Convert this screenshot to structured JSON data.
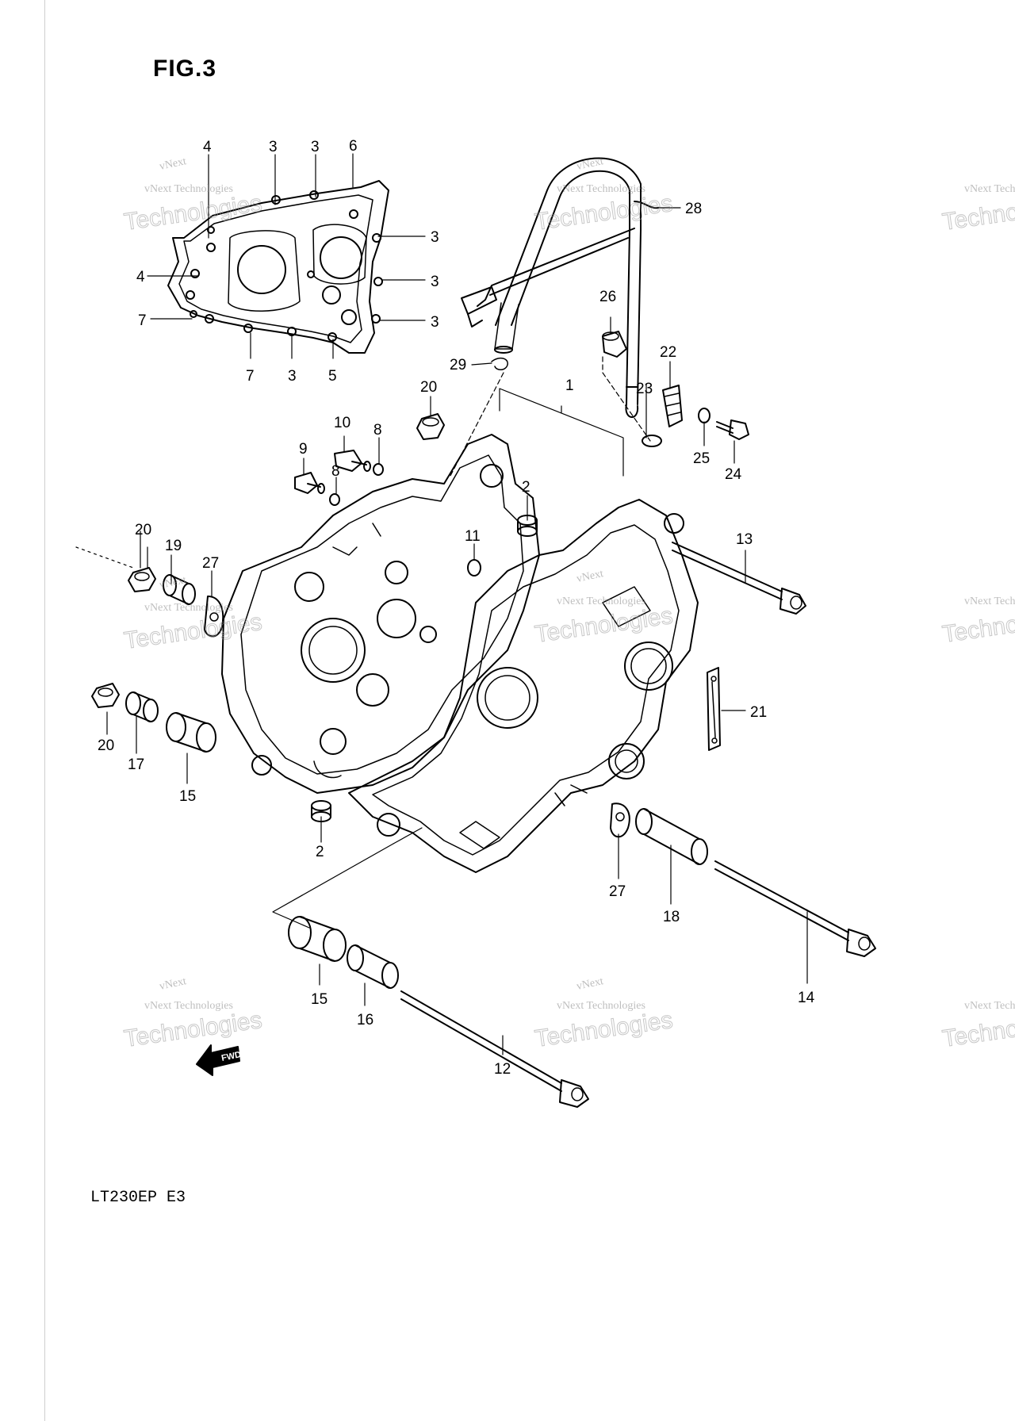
{
  "figure": {
    "title": "FIG.3",
    "model_code": "LT230EP  E3",
    "fwd_label": "FWD"
  },
  "watermark": {
    "line1": "vNext",
    "line2": "vNext Technologies",
    "line3": "Technologies"
  },
  "callouts": [
    {
      "id": "c1",
      "label": "1"
    },
    {
      "id": "c2a",
      "label": "2"
    },
    {
      "id": "c2b",
      "label": "2"
    },
    {
      "id": "c3a",
      "label": "3"
    },
    {
      "id": "c3b",
      "label": "3"
    },
    {
      "id": "c3c",
      "label": "3"
    },
    {
      "id": "c3d",
      "label": "3"
    },
    {
      "id": "c3e",
      "label": "3"
    },
    {
      "id": "c3f",
      "label": "3"
    },
    {
      "id": "c4a",
      "label": "4"
    },
    {
      "id": "c4b",
      "label": "4"
    },
    {
      "id": "c5",
      "label": "5"
    },
    {
      "id": "c6",
      "label": "6"
    },
    {
      "id": "c7a",
      "label": "7"
    },
    {
      "id": "c7b",
      "label": "7"
    },
    {
      "id": "c8a",
      "label": "8"
    },
    {
      "id": "c8b",
      "label": "8"
    },
    {
      "id": "c9",
      "label": "9"
    },
    {
      "id": "c10",
      "label": "10"
    },
    {
      "id": "c11",
      "label": "11"
    },
    {
      "id": "c12",
      "label": "12"
    },
    {
      "id": "c13",
      "label": "13"
    },
    {
      "id": "c14",
      "label": "14"
    },
    {
      "id": "c15a",
      "label": "15"
    },
    {
      "id": "c15b",
      "label": "15"
    },
    {
      "id": "c16",
      "label": "16"
    },
    {
      "id": "c17",
      "label": "17"
    },
    {
      "id": "c18",
      "label": "18"
    },
    {
      "id": "c19",
      "label": "19"
    },
    {
      "id": "c20a",
      "label": "20"
    },
    {
      "id": "c20b",
      "label": "20"
    },
    {
      "id": "c20c",
      "label": "20"
    },
    {
      "id": "c21",
      "label": "21"
    },
    {
      "id": "c22",
      "label": "22"
    },
    {
      "id": "c23",
      "label": "23"
    },
    {
      "id": "c24",
      "label": "24"
    },
    {
      "id": "c25",
      "label": "25"
    },
    {
      "id": "c26",
      "label": "26"
    },
    {
      "id": "c27a",
      "label": "27"
    },
    {
      "id": "c27b",
      "label": "27"
    },
    {
      "id": "c28",
      "label": "28"
    },
    {
      "id": "c29",
      "label": "29"
    }
  ]
}
